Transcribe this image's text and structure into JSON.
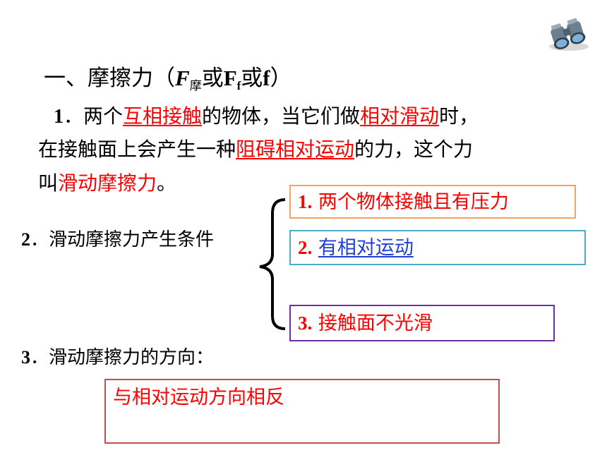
{
  "title": {
    "prefix": "一、摩擦力（",
    "f_italic": "F",
    "f_sub": "摩",
    "or1": "或",
    "ff_main": "F",
    "ff_sub": "f",
    "or2": "或",
    "f_small": "f",
    "suffix": "）"
  },
  "definition": {
    "num": "1",
    "part1": "．两个",
    "key1": "互相接触",
    "part2": "的物体，当它们做",
    "key2": "相对滑动",
    "part3": "时，",
    "line2_a": "在接触面上会产生一种",
    "key3": "阻碍相对运动",
    "line2_b": "的力，这个力",
    "line3_a": "叫",
    "key4": "滑动摩擦力",
    "line3_b": "。"
  },
  "conditions": {
    "label_num": "2",
    "label_text": "．滑动摩擦力产生条件",
    "items": [
      {
        "num": "1.",
        "text": "两个物体接触且有压力"
      },
      {
        "num": "2.",
        "text": "有相对运动"
      },
      {
        "num": "3.",
        "text": "接触面不光滑"
      }
    ]
  },
  "direction": {
    "label_num": "3",
    "label_text": "．滑动摩擦力的方向：",
    "answer": "与相对运动方向相反"
  },
  "colors": {
    "keyword": "#ff0000",
    "link": "#1f3fd4",
    "box1_border": "#f4a460",
    "box2_border": "#4bacc6",
    "box3_border": "#7030a0",
    "box4_border": "#c0504d"
  },
  "icons": {
    "corner": "binoculars-icon"
  }
}
